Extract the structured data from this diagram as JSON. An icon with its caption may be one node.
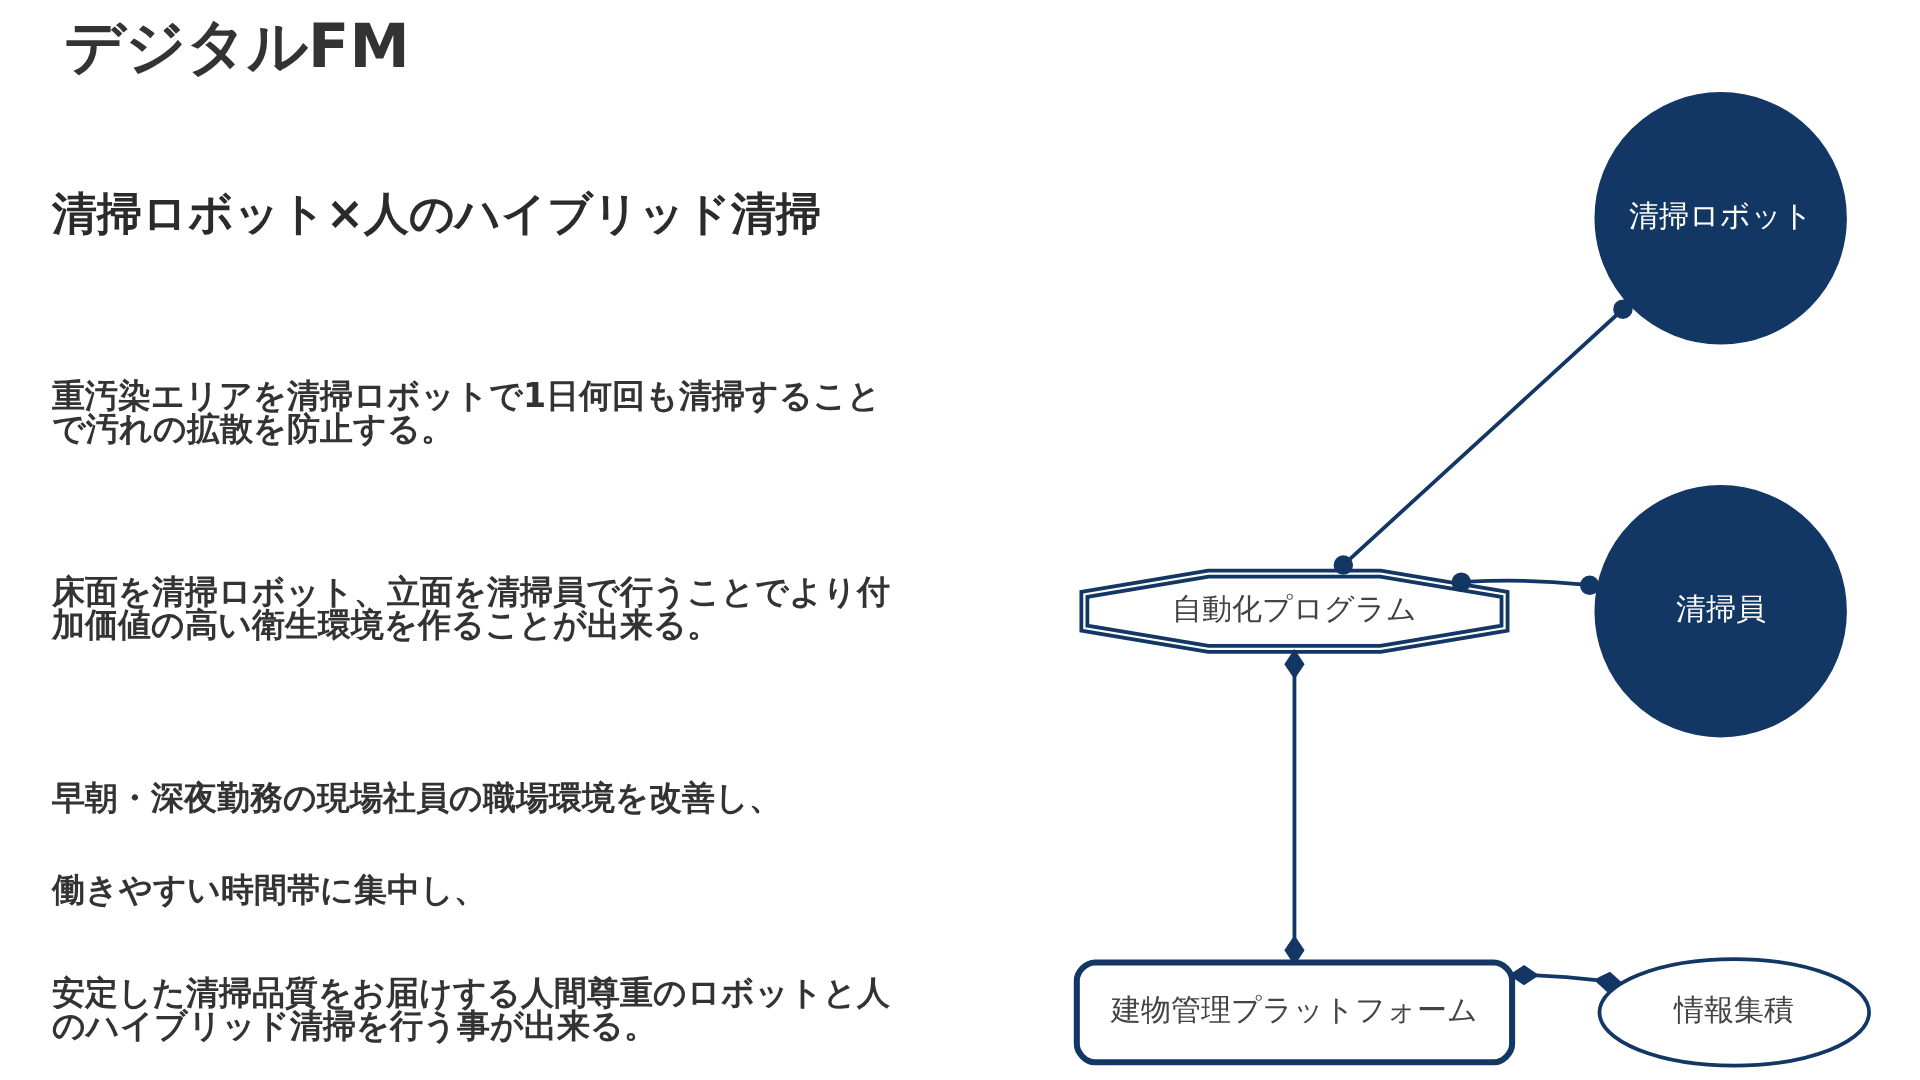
{
  "diagram": {
    "title": "デジタルFM",
    "nodes": [
      {
        "text": [
          "清掃ロボット"
        ]
      },
      {
        "text": [
          "自動化プログラム"
        ]
      },
      {
        "text": [
          "清掃員"
        ]
      },
      {
        "text": [
          "建物管理プラットフォーム"
        ]
      },
      {
        "text": [
          "情報集積"
        ]
      }
    ],
    "edges": [
      {
        "from": 1,
        "to": 0,
        "arrow": "other"
      },
      {
        "from": 1,
        "to": 2,
        "arrow": "other"
      },
      {
        "from": 1,
        "to": 3,
        "arrow": "other"
      },
      {
        "from": 3,
        "to": 4,
        "arrow": "other"
      }
    ],
    "labels": [
      "清掃ロボット×人のハイブリッド清掃",
      "重汚染エリアを清掃ロボットで1日何回も清掃することで汚れの拡散を防止する。",
      "床面を清掃ロボット、立面を清掃員で行うことでより付加価値の高い衛生環境を作ることが出来る。",
      "早朝・深夜勤務の現場社員の職場環境を改善し、",
      "働きやすい時間帯に集中し、",
      "安定した清掃品質をお届けする人間尊重のロボットと人のハイブリッド清掃を行う事が出来る。"
    ]
  }
}
